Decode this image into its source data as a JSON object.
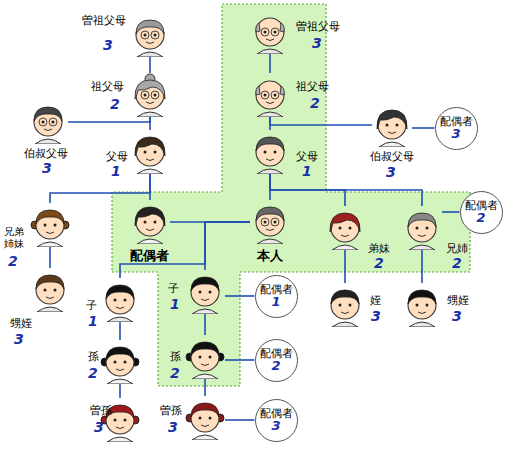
{
  "diagram": {
    "nodes": [
      {
        "text": [
          "曽祖父母",
          "3"
        ]
      },
      {
        "text": [
          "祖父母",
          "2"
        ]
      },
      {
        "text": [
          "伯叔父母",
          "3"
        ]
      },
      {
        "text": [
          "父母",
          "1"
        ]
      },
      {
        "text": [
          "兄弟姉妹",
          "2"
        ]
      },
      {
        "text": [
          "甥姪",
          "3"
        ]
      },
      {
        "text": [
          "曽祖父母",
          "3"
        ]
      },
      {
        "text": [
          "祖父母",
          "2"
        ]
      },
      {
        "text": [
          "伯叔父母",
          "3"
        ]
      },
      {
        "text": [
          "配偶者",
          "3"
        ]
      },
      {
        "text": [
          "父母",
          "1"
        ]
      },
      {
        "text": [
          "配偶者"
        ]
      },
      {
        "text": [
          "本人"
        ]
      },
      {
        "text": [
          "弟妹",
          "2"
        ]
      },
      {
        "text": [
          "兄姉",
          "2"
        ]
      },
      {
        "text": [
          "配偶者",
          "2"
        ]
      },
      {
        "text": [
          "姪",
          "3"
        ]
      },
      {
        "text": [
          "甥姪",
          "3"
        ]
      },
      {
        "text": [
          "子",
          "1"
        ]
      },
      {
        "text": [
          "子",
          "1"
        ]
      },
      {
        "text": [
          "配偶者",
          "1"
        ]
      },
      {
        "text": [
          "孫",
          "2"
        ]
      },
      {
        "text": [
          "孫",
          "2"
        ]
      },
      {
        "text": [
          "配偶者",
          "2"
        ]
      },
      {
        "text": [
          "曽孫",
          "3"
        ]
      },
      {
        "text": [
          "曽孫",
          "3"
        ]
      },
      {
        "text": [
          "配偶者",
          "3"
        ]
      }
    ],
    "edges": [
      {
        "from": 0,
        "to": 1,
        "arrow": "none"
      },
      {
        "from": 1,
        "to": 3,
        "arrow": "none"
      },
      {
        "from": 1,
        "to": 2,
        "arrow": "none"
      },
      {
        "from": 3,
        "to": 11,
        "arrow": "none"
      },
      {
        "from": 3,
        "to": 4,
        "arrow": "none"
      },
      {
        "from": 4,
        "to": 5,
        "arrow": "none"
      },
      {
        "from": 6,
        "to": 7,
        "arrow": "none"
      },
      {
        "from": 7,
        "to": 10,
        "arrow": "none"
      },
      {
        "from": 7,
        "to": 8,
        "arrow": "none"
      },
      {
        "from": 8,
        "to": 9,
        "arrow": "none"
      },
      {
        "from": 10,
        "to": 12,
        "arrow": "none"
      },
      {
        "from": 10,
        "to": 13,
        "arrow": "none"
      },
      {
        "from": 10,
        "to": 14,
        "arrow": "none"
      },
      {
        "from": 14,
        "to": 15,
        "arrow": "none"
      },
      {
        "from": 13,
        "to": 16,
        "arrow": "none"
      },
      {
        "from": 14,
        "to": 17,
        "arrow": "none"
      },
      {
        "from": 11,
        "to": 12,
        "arrow": "none"
      },
      {
        "from": 12,
        "to": 18,
        "arrow": "none"
      },
      {
        "from": 12,
        "to": 19,
        "arrow": "none"
      },
      {
        "from": 18,
        "to": 21,
        "arrow": "none"
      },
      {
        "from": 21,
        "to": 24,
        "arrow": "none"
      },
      {
        "from": 19,
        "to": 22,
        "arrow": "none"
      },
      {
        "from": 22,
        "to": 25,
        "arrow": "none"
      },
      {
        "from": 19,
        "to": 20,
        "arrow": "none"
      },
      {
        "from": 22,
        "to": 23,
        "arrow": "none"
      },
      {
        "from": 25,
        "to": 26,
        "arrow": "none"
      }
    ]
  }
}
